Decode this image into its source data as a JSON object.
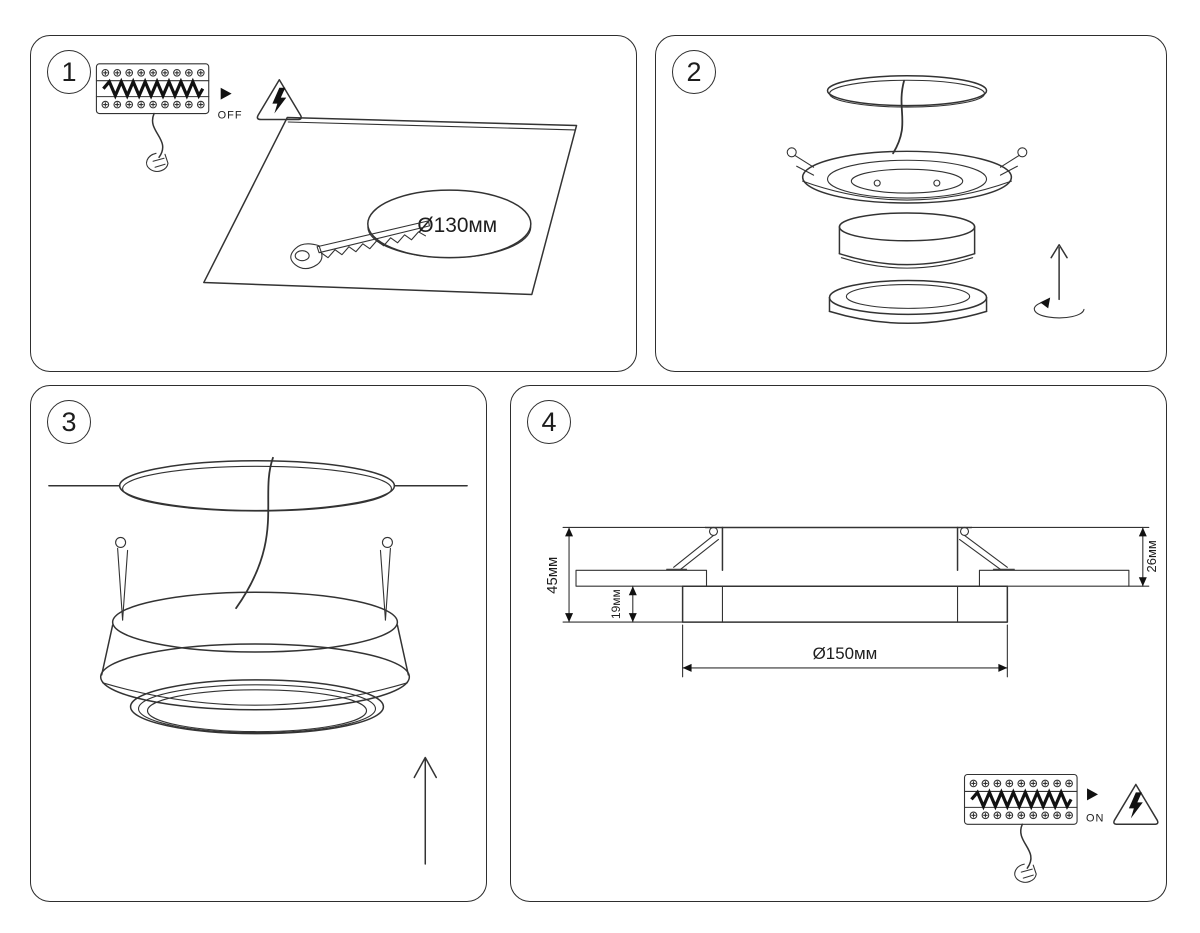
{
  "panels": {
    "step1": {
      "number": "1",
      "power_label": "OFF",
      "cutout_diameter_label": "Ø130мм"
    },
    "step2": {
      "number": "2"
    },
    "step3": {
      "number": "3"
    },
    "step4": {
      "number": "4",
      "power_label": "ON",
      "dim_total_height": "45мм",
      "dim_below_ceiling": "19мм",
      "dim_above_ceiling": "26мм",
      "dim_diameter": "Ø150мм"
    }
  },
  "colors": {
    "line": "#333333",
    "background": "#ffffff"
  }
}
